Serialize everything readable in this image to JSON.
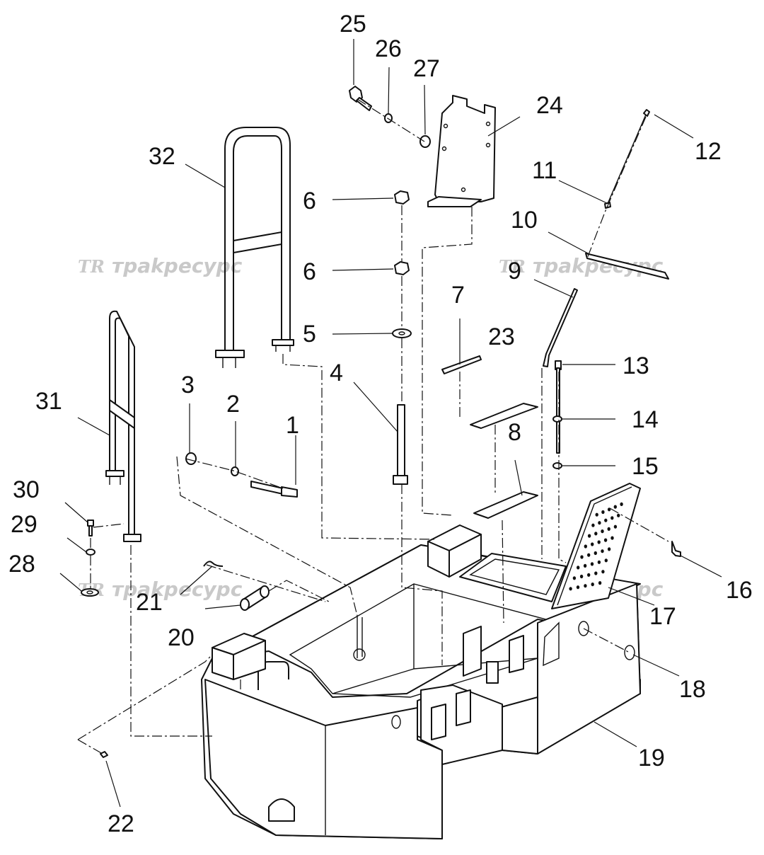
{
  "diagram": {
    "watermark_text": "трakресурс",
    "watermark_logo": "TR",
    "callouts": [
      "1",
      "2",
      "3",
      "4",
      "5",
      "6",
      "6",
      "7",
      "8",
      "9",
      "10",
      "11",
      "12",
      "13",
      "14",
      "15",
      "16",
      "17",
      "18",
      "19",
      "20",
      "21",
      "22",
      "23",
      "24",
      "25",
      "26",
      "27",
      "28",
      "29",
      "30",
      "31",
      "32"
    ]
  }
}
